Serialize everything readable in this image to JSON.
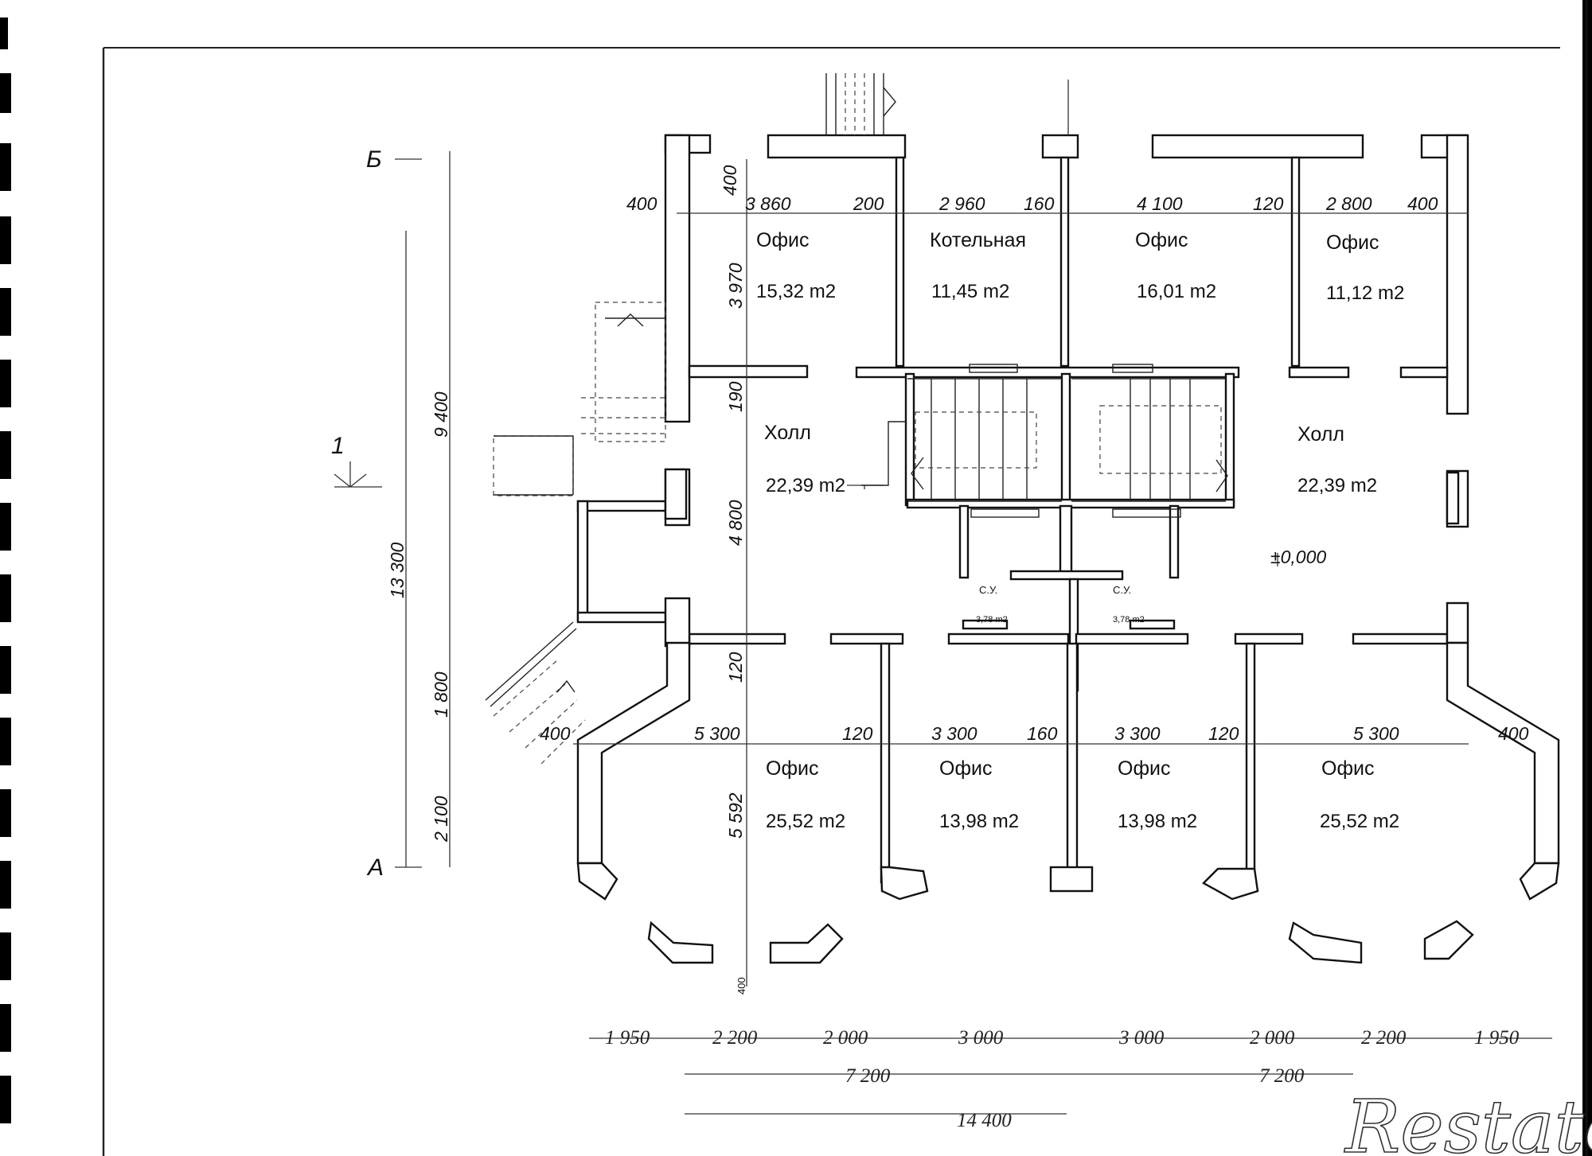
{
  "axes": {
    "top": "Б",
    "bottom": "А",
    "section": "1"
  },
  "rooms": {
    "office_top_1": {
      "name": "Офис",
      "area": "15,32 m2"
    },
    "boiler": {
      "name": "Котельная",
      "area": "11,45 m2"
    },
    "office_top_2": {
      "name": "Офис",
      "area": "16,01 m2"
    },
    "office_top_3": {
      "name": "Офис",
      "area": "11,12 m2"
    },
    "hall_left": {
      "name": "Холл",
      "area": "22,39 m2"
    },
    "hall_right": {
      "name": "Холл",
      "area": "22,39 m2"
    },
    "wc_left": {
      "name": "С.У.",
      "area": "3,78 m2"
    },
    "wc_right": {
      "name": "С.У.",
      "area": "3,78 m2"
    },
    "office_bot_1": {
      "name": "Офис",
      "area": "25,52 m2"
    },
    "office_bot_2": {
      "name": "Офис",
      "area": "13,98 m2"
    },
    "office_bot_3": {
      "name": "Офис",
      "area": "13,98 m2"
    },
    "office_bot_4": {
      "name": "Офис",
      "area": "25,52 m2"
    }
  },
  "level_mark": "±0,000",
  "dims_top": [
    "400",
    "3 860",
    "200",
    "2 960",
    "160",
    "4 100",
    "120",
    "2 800",
    "400"
  ],
  "dims_mid": [
    "400",
    "5 300",
    "120",
    "3 300",
    "160",
    "3 300",
    "120",
    "5 300",
    "400"
  ],
  "dims_vertical_inner": [
    "400",
    "3 970",
    "190",
    "4 800",
    "120",
    "5 592",
    "400"
  ],
  "dims_left_outer": {
    "total": "13 300",
    "upper": "9 400",
    "mid": "1 800",
    "lower": "2 100"
  },
  "dims_bottom": {
    "row1": [
      "1 950",
      "2 200",
      "2 000",
      "3 000",
      "3 000",
      "2 000",
      "2 200",
      "1 950"
    ],
    "row2": [
      "7 200",
      "7 200"
    ],
    "total": "14 400"
  },
  "watermark": "Restate"
}
